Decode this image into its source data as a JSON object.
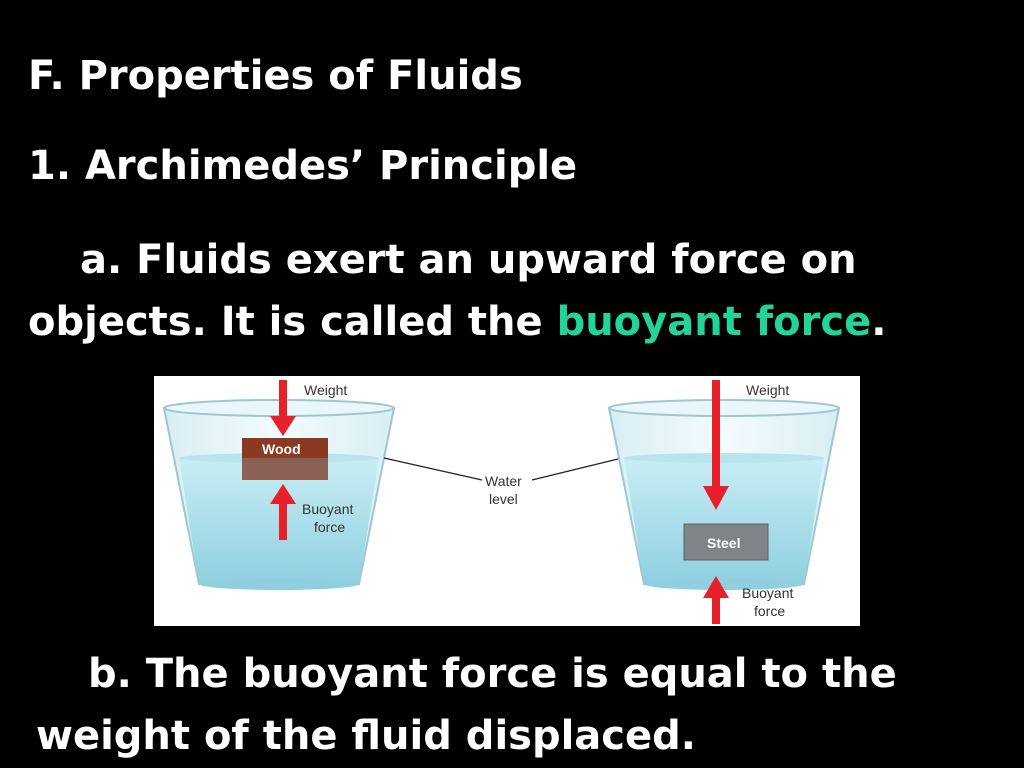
{
  "slide": {
    "heading": "F.  Properties of Fluids",
    "subheading": "1.  Archimedes’ Principle",
    "point_a_line1": "a.  Fluids exert an upward force on",
    "point_a_line2_pre": "objects.  It is called the ",
    "point_a_term": "buoyant force",
    "point_a_line2_post": ".",
    "point_b_line1": "b.  The buoyant force is equal to the",
    "point_b_line2": "weight of the fluid displaced."
  },
  "figure": {
    "left_weight_label": "Weight",
    "left_block_label": "Wood",
    "left_buoyant_label_1": "Buoyant",
    "left_buoyant_label_2": "force",
    "water_level_label_1": "Water",
    "water_level_label_2": "level",
    "right_weight_label": "Weight",
    "right_block_label": "Steel",
    "right_buoyant_label_1": "Buoyant",
    "right_buoyant_label_2": "force"
  },
  "colors": {
    "background": "#000000",
    "text": "#ffffff",
    "highlight": "#22d39a",
    "arrow": "#e8202a",
    "water": "#a9dbe8"
  }
}
